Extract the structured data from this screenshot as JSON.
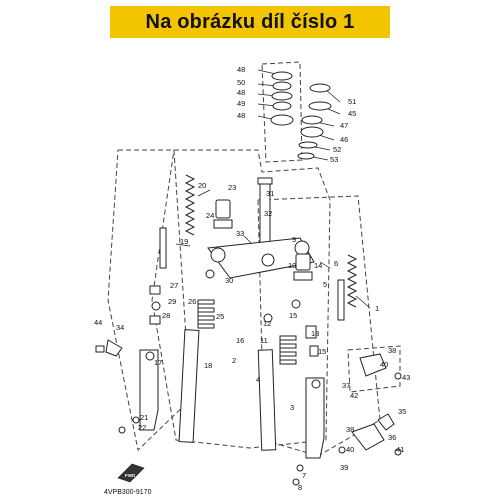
{
  "header": {
    "title": "Na obrázku díl číslo 1"
  },
  "diagram": {
    "code": "4VPB300-9170",
    "fwd_label": "FWD",
    "part_labels": [
      "1",
      "2",
      "3",
      "4",
      "5",
      "6",
      "7",
      "8",
      "9",
      "10",
      "11",
      "12",
      "13",
      "14",
      "15",
      "16",
      "17",
      "18",
      "19",
      "20",
      "21",
      "22",
      "23",
      "24",
      "25",
      "26",
      "27",
      "28",
      "29",
      "30",
      "31",
      "32",
      "33",
      "34",
      "35",
      "36",
      "37",
      "38",
      "39",
      "40",
      "41",
      "42",
      "43",
      "44",
      "45",
      "46",
      "47",
      "48",
      "49",
      "50",
      "51",
      "52",
      "53"
    ]
  },
  "colors": {
    "banner": "#f2c500",
    "line": "#222222",
    "dash": "#444444"
  }
}
